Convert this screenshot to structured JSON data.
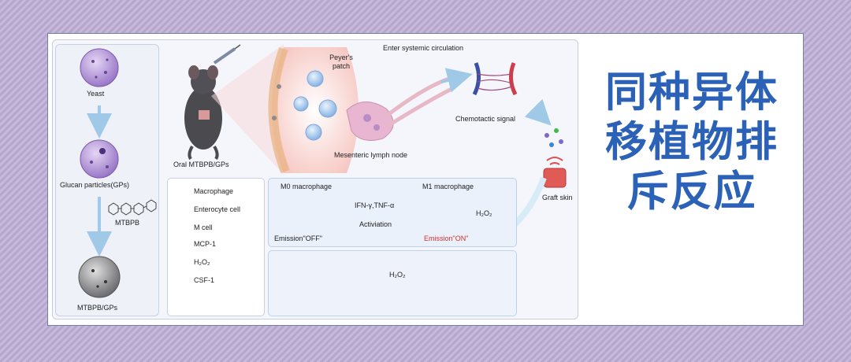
{
  "title": "同种异体移植物排斥反应",
  "title_lines": [
    "同种异体",
    "移植物排",
    "斥反应"
  ],
  "left": {
    "yeast": "Yeast",
    "glucan": "Glucan particles(GPs)",
    "mtbpb": "MTBPB",
    "mtbpb_gps": "MTBPB/GPs"
  },
  "top": {
    "oral": "Oral MTBPB/GPs",
    "peyers": "Peyer's patch",
    "lymph": "Mesenteric lymph node",
    "circulation": "Enter systemic circulation",
    "chemotactic": "Chemotactic signal",
    "graft": "Graft skin"
  },
  "legend": [
    {
      "label": "Macrophage",
      "icon": "macrophage-icon",
      "color": "#9fc3ea"
    },
    {
      "label": "Enterocyte cell",
      "icon": "enterocyte-icon",
      "color": "#f4c9c9"
    },
    {
      "label": "M cell",
      "icon": "m-cell-icon",
      "color": "#f2cf9c"
    },
    {
      "label": "MCP-1",
      "icon": "dot-icon",
      "color": "#7a6bc8"
    },
    {
      "label": "H₂O₂",
      "icon": "dot-icon",
      "color": "#3a86d6"
    },
    {
      "label": "CSF-1",
      "icon": "dot-icon",
      "color": "#3dbb4a"
    }
  ],
  "macrophage": {
    "m0": "M0 macrophage",
    "m1": "M1 macrophage",
    "stimuli": "IFN-γ,TNF-α",
    "activation": "Activiation",
    "off": "Emission\"OFF\"",
    "on": "Emission\"ON\"",
    "h2o2": "H₂O₂"
  },
  "chem": {
    "reagent": "H₂O₂"
  }
}
